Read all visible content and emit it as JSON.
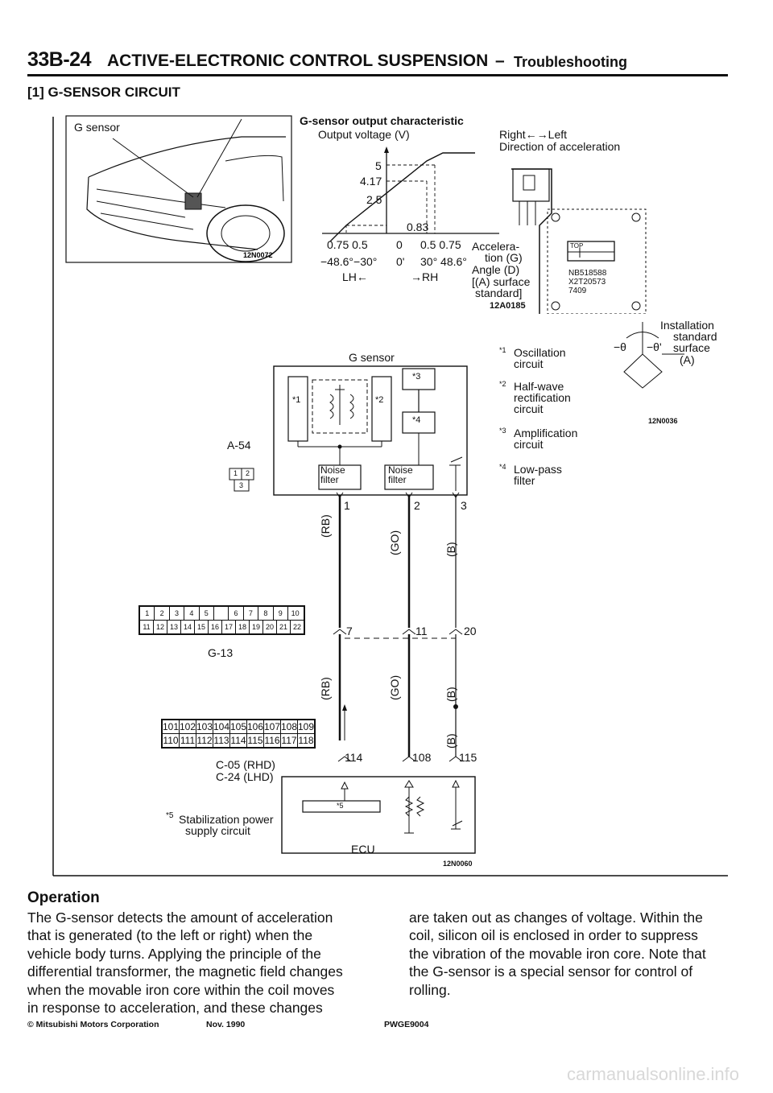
{
  "header": {
    "page_number": "33B-24",
    "title": "ACTIVE-ELECTRONIC CONTROL SUSPENSION",
    "dash": "–",
    "subtitle": "Troubleshooting"
  },
  "section": {
    "title": "[1] G-SENSOR CIRCUIT"
  },
  "car_figure": {
    "label": "G sensor",
    "ref": "12N0072"
  },
  "characteristic": {
    "title": "G-sensor output characteristic",
    "y_label": "Output voltage (V)",
    "direction_top": "Right←→Left",
    "direction_label": "Direction of acceleration",
    "v_5": "5",
    "v_417": "4.17",
    "v_25": "2.5",
    "v_083": "0.83",
    "x_row1": "0.75 0.5",
    "x_zero": "0",
    "x_row1b": "0.5 0.75",
    "accel_label_1": "Accelera-",
    "accel_label_2": "tion (G)",
    "angle_left": "−48.6°−30°",
    "angle_zero": "0'",
    "angle_right": "30° 48.6°",
    "angle_label": "Angle (D)",
    "lh": "LH←",
    "rh": "→RH",
    "surface_1": "[(A) surface",
    "surface_2": "standard]",
    "ref": "12A0185"
  },
  "sensor_part": {
    "top_label": "TOP",
    "part_no": "NB518588",
    "code": "X2T20573",
    "lot": "7409",
    "install_1": "Installation",
    "install_2": "standard",
    "install_3": "surface",
    "install_4": "(A)",
    "theta_neg": "−θ",
    "theta_neg2": "−θ'",
    "ref": "12N0036"
  },
  "circuit": {
    "g_sensor_label": "G sensor",
    "connector_a54": "A-54",
    "a54_pins": [
      "1",
      "2",
      "3"
    ],
    "mark_1": "*1",
    "mark_2": "*2",
    "mark_3": "*3",
    "mark_4": "*4",
    "mark_5": "*5",
    "noise_filter": "Noise filter",
    "pin_1": "1",
    "pin_2": "2",
    "pin_3": "3",
    "wire_rb": "(RB)",
    "wire_go": "(GO)",
    "wire_b": "(B)",
    "g13_pins_top": [
      "1",
      "2",
      "3",
      "4",
      "5",
      "",
      "6",
      "7",
      "8",
      "9",
      "10"
    ],
    "g13_pins_bottom": [
      "11",
      "12",
      "13",
      "14",
      "15",
      "16",
      "17",
      "18",
      "19",
      "20",
      "21",
      "22"
    ],
    "connector_g13": "G-13",
    "j7": "7",
    "j11": "11",
    "j20": "20",
    "c05_pins_top": [
      "101",
      "102",
      "103",
      "104",
      "105",
      "106",
      "107",
      "108",
      "109"
    ],
    "c05_pins_bottom": [
      "110",
      "111",
      "112",
      "113",
      "114",
      "115",
      "116",
      "117",
      "118"
    ],
    "connector_c05": "C-05 (RHD)",
    "connector_c24": "C-24 (LHD)",
    "e114": "114",
    "e108": "108",
    "e115": "115",
    "ecu_label": "ECU",
    "ref": "12N0060"
  },
  "legend": [
    {
      "mark": "*1",
      "line1": "Oscillation",
      "line2": "circuit",
      "line3": ""
    },
    {
      "mark": "*2",
      "line1": "Half-wave",
      "line2": "rectification",
      "line3": "circuit"
    },
    {
      "mark": "*3",
      "line1": "Amplification",
      "line2": "circuit",
      "line3": ""
    },
    {
      "mark": "*4",
      "line1": "Low-pass",
      "line2": "filter",
      "line3": ""
    }
  ],
  "stabilization": {
    "mark": "*5",
    "line1": "Stabilization power",
    "line2": "supply circuit"
  },
  "operation": {
    "title": "Operation",
    "left_lines": [
      "The G-sensor detects the amount of acceleration",
      "that is generated (to the left or right) when the",
      "vehicle body turns.  Applying the principle of the",
      "differential transformer, the magnetic field changes",
      "when the movable iron core within the coil moves",
      "in response to acceleration, and these changes"
    ],
    "right_lines": [
      "are taken out as changes of voltage.  Within the",
      "coil, silicon oil is enclosed in order to suppress",
      "the vibration of the movable iron core.  Note that",
      "the G-sensor is a special sensor for control of",
      "rolling."
    ]
  },
  "footer": {
    "copyright": "© Mitsubishi Motors Corporation",
    "date": "Nov. 1990",
    "code": "PWGE9004",
    "watermark": "carmanualsonline.info"
  }
}
